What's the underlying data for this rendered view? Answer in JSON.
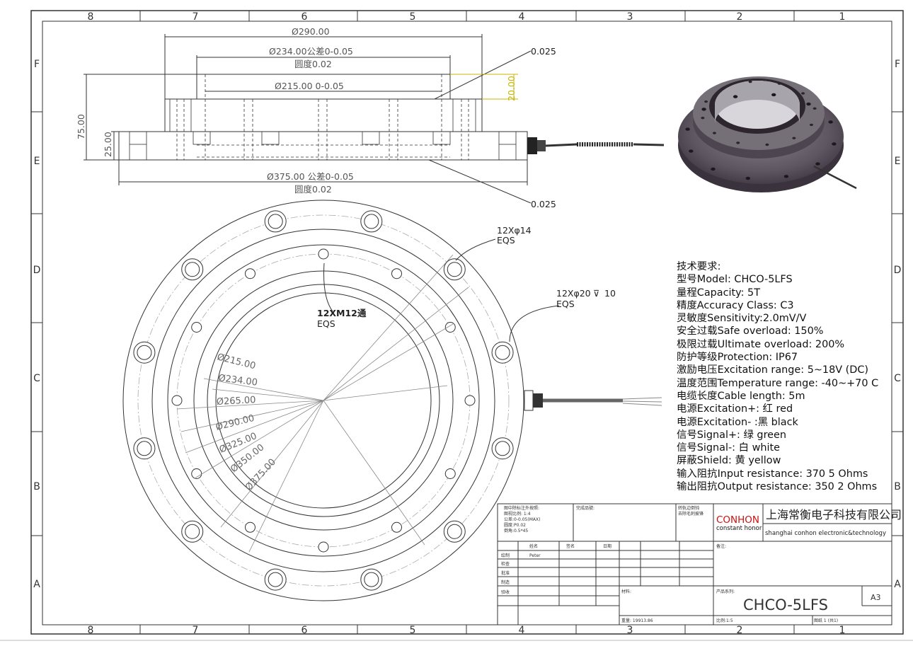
{
  "frame": {
    "columns": [
      "8",
      "7",
      "6",
      "5",
      "4",
      "3",
      "2",
      "1"
    ],
    "rows": [
      "F",
      "E",
      "D",
      "C",
      "B",
      "A"
    ]
  },
  "side_view": {
    "dims": {
      "d290": "Ø290.00",
      "d234": "Ø234.00公差0-0.05",
      "round1": "圆度0.02",
      "d215": "Ø215.00   0-0.05",
      "h20": "20.00",
      "h75": "75.00",
      "h25": "25.00",
      "d375": "Ø375.00  公差0-0.05",
      "round2": "圆度0.02",
      "flat_top": "0.025",
      "flat_bottom": "0.025"
    }
  },
  "top_view": {
    "holes_callout": "12Xφ14",
    "holes_callout_eqs": "EQS",
    "cbore_callout": "12Xφ20",
    "cbore_depth": "10",
    "cbore_eqs": "EQS",
    "thread_callout": "12XM12通",
    "thread_eqs": "EQS",
    "diameters": [
      "Ø215.00",
      "Ø234.00",
      "Ø265.00",
      "Ø290.00",
      "Ø325.00",
      "Ø350.00",
      "Ø375.00"
    ]
  },
  "requirements": {
    "title": "技术要求:",
    "lines": [
      "型号Model: CHCO-5LFS",
      "量程Capacity: 5T",
      "精度Accuracy Class: C3",
      "灵敏度Sensitivity:2.0mV/V",
      "安全过载Safe overload: 150%",
      "极限过载Ultimate overload: 200%",
      "防护等级Protection: IP67",
      "激励电压Excitation range: 5~18V (DC)",
      "温度范围Temperature range: -40~+70 C",
      "电缆长度Cable length: 5m",
      "电源Excitation+: 红 red",
      "电源Excitation- :黑 black",
      "信号Signal+: 绿 green",
      "信号Signal-: 白 white",
      "屏蔽Shield: 黄 yellow",
      "输入阻抗Input resistance: 370 5 Ohms",
      "输出阻抗Output resistance: 350 2 Ohms"
    ]
  },
  "title_block": {
    "notes": [
      "图中除标注外按照:",
      "图视比例:  1:4",
      "公差:0-0.05(MAX)",
      "圆度:P0.02",
      "倒角:0.5*45"
    ],
    "completion": "完成品號:",
    "transfer": [
      "转轨边倒钝",
      "去除毛刺披锋"
    ],
    "brand": "CONHON",
    "brand_sub": "constant honor",
    "company_cn": "上海常衡电子科技有限公司",
    "company_en": "shanghai conhon electronic&technology",
    "headers": [
      "姓名",
      "签名",
      "日期"
    ],
    "roles": [
      "绘制",
      "检查",
      "批准",
      "制造",
      "验收"
    ],
    "drawer": "Peter",
    "remark": "备注:",
    "material": "材料:",
    "product_series": "产品系列:",
    "model": "CHCO-5LFS",
    "size": "A3",
    "weight": "重量: 19913.86",
    "scale": "比例:1:5",
    "sheet": "图纸 1 (共1)"
  },
  "colors": {
    "line": "#333333",
    "yellow_dim": "#c8b400",
    "brand_red": "#d01010"
  }
}
